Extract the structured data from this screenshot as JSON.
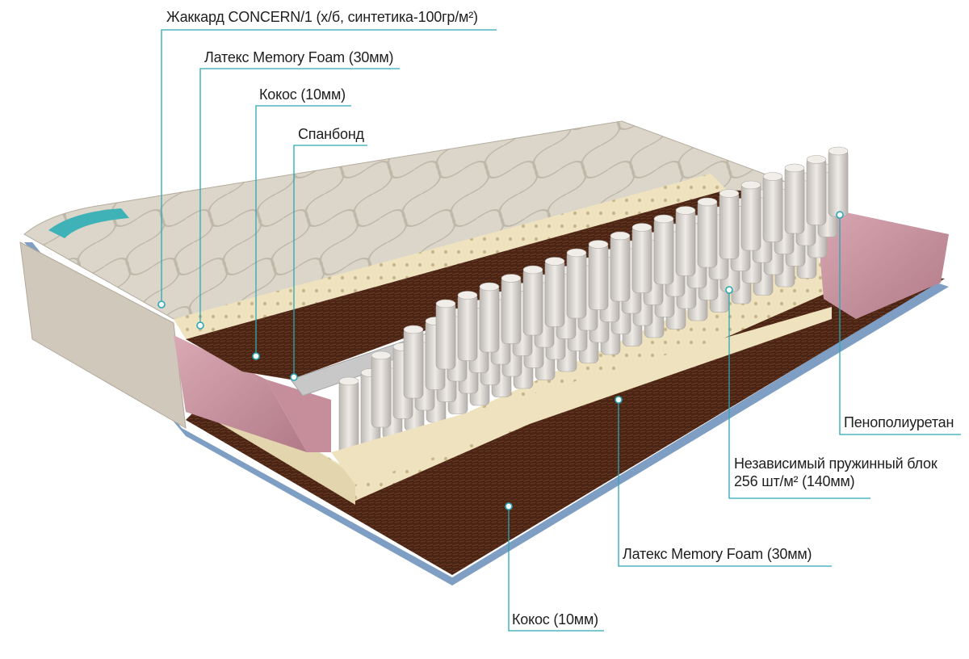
{
  "callouts": {
    "jacquard": "Жаккард CONCERN/1 (х/б, синтетика-100гр/м²)",
    "latex_top": "Латекс Memory Foam (30мм)",
    "coconut_top": "Кокос (10мм)",
    "spunbond": "Спанбонд",
    "ppu": "Пенополиуретан",
    "spring_block_line1": "Независимый пружинный блок",
    "spring_block_line2": "256 шт/м²  (140мм)",
    "latex_bottom": "Латекс Memory Foam (30мм)",
    "coconut_bottom": "Кокос (10мм)"
  },
  "colors": {
    "leader": "#2aa7b4",
    "jacquard": "#d9d3c7",
    "latex": "#efe3bf",
    "coconut": "#4a2414",
    "ppu_foam": "#c9909e",
    "springs": "#d7d3cf",
    "spunbond": "#c8c8c8",
    "border_tape": "#7f9ec4"
  }
}
